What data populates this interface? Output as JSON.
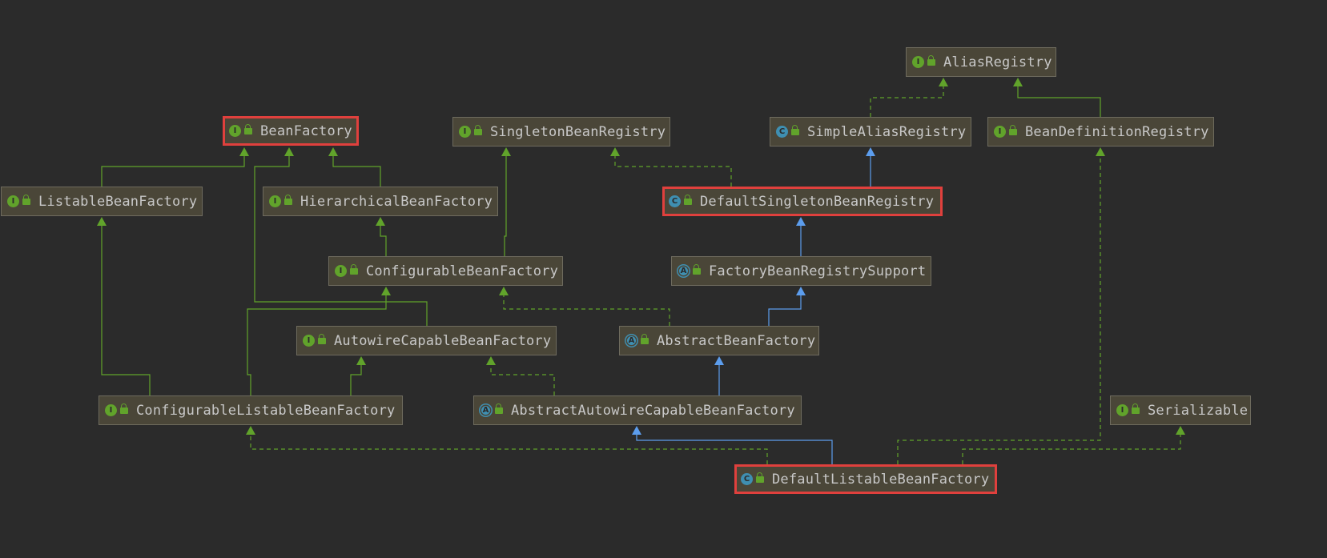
{
  "nodes": [
    {
      "id": "AliasRegistry",
      "label": "AliasRegistry",
      "kind": "I",
      "highlighted": false
    },
    {
      "id": "BeanFactory",
      "label": "BeanFactory",
      "kind": "I",
      "highlighted": true
    },
    {
      "id": "SingletonBeanRegistry",
      "label": "SingletonBeanRegistry",
      "kind": "I",
      "highlighted": false
    },
    {
      "id": "SimpleAliasRegistry",
      "label": "SimpleAliasRegistry",
      "kind": "C",
      "highlighted": false
    },
    {
      "id": "BeanDefinitionRegistry",
      "label": "BeanDefinitionRegistry",
      "kind": "I",
      "highlighted": false
    },
    {
      "id": "ListableBeanFactory",
      "label": "ListableBeanFactory",
      "kind": "I",
      "highlighted": false
    },
    {
      "id": "HierarchicalBeanFactory",
      "label": "HierarchicalBeanFactory",
      "kind": "I",
      "highlighted": false
    },
    {
      "id": "DefaultSingletonBeanRegistry",
      "label": "DefaultSingletonBeanRegistry",
      "kind": "C",
      "highlighted": true
    },
    {
      "id": "ConfigurableBeanFactory",
      "label": "ConfigurableBeanFactory",
      "kind": "I",
      "highlighted": false
    },
    {
      "id": "FactoryBeanRegistrySupport",
      "label": "FactoryBeanRegistrySupport",
      "kind": "A",
      "highlighted": false
    },
    {
      "id": "AutowireCapableBeanFactory",
      "label": "AutowireCapableBeanFactory",
      "kind": "I",
      "highlighted": false
    },
    {
      "id": "AbstractBeanFactory",
      "label": "AbstractBeanFactory",
      "kind": "A",
      "highlighted": false
    },
    {
      "id": "ConfigurableListableBeanFactory",
      "label": "ConfigurableListableBeanFactory",
      "kind": "I",
      "highlighted": false
    },
    {
      "id": "AbstractAutowireCapableBeanFactory",
      "label": "AbstractAutowireCapableBeanFactory",
      "kind": "A",
      "highlighted": false
    },
    {
      "id": "Serializable",
      "label": "Serializable",
      "kind": "I",
      "highlighted": false
    },
    {
      "id": "DefaultListableBeanFactory",
      "label": "DefaultListableBeanFactory",
      "kind": "C",
      "highlighted": true
    }
  ],
  "edges": [
    {
      "from": "SimpleAliasRegistry",
      "to": "AliasRegistry",
      "type": "implements"
    },
    {
      "from": "BeanDefinitionRegistry",
      "to": "AliasRegistry",
      "type": "extends-interface"
    },
    {
      "from": "ListableBeanFactory",
      "to": "BeanFactory",
      "type": "extends-interface"
    },
    {
      "from": "HierarchicalBeanFactory",
      "to": "BeanFactory",
      "type": "extends-interface"
    },
    {
      "from": "AutowireCapableBeanFactory",
      "to": "BeanFactory",
      "type": "extends-interface"
    },
    {
      "from": "DefaultSingletonBeanRegistry",
      "to": "SimpleAliasRegistry",
      "type": "extends-class"
    },
    {
      "from": "DefaultSingletonBeanRegistry",
      "to": "SingletonBeanRegistry",
      "type": "implements"
    },
    {
      "from": "ConfigurableBeanFactory",
      "to": "HierarchicalBeanFactory",
      "type": "extends-interface"
    },
    {
      "from": "ConfigurableBeanFactory",
      "to": "SingletonBeanRegistry",
      "type": "extends-interface"
    },
    {
      "from": "FactoryBeanRegistrySupport",
      "to": "DefaultSingletonBeanRegistry",
      "type": "extends-class"
    },
    {
      "from": "AbstractBeanFactory",
      "to": "FactoryBeanRegistrySupport",
      "type": "extends-class"
    },
    {
      "from": "AbstractBeanFactory",
      "to": "ConfigurableBeanFactory",
      "type": "implements"
    },
    {
      "from": "ConfigurableListableBeanFactory",
      "to": "ListableBeanFactory",
      "type": "extends-interface"
    },
    {
      "from": "ConfigurableListableBeanFactory",
      "to": "ConfigurableBeanFactory",
      "type": "extends-interface"
    },
    {
      "from": "ConfigurableListableBeanFactory",
      "to": "AutowireCapableBeanFactory",
      "type": "extends-interface"
    },
    {
      "from": "AbstractAutowireCapableBeanFactory",
      "to": "AbstractBeanFactory",
      "type": "extends-class"
    },
    {
      "from": "AbstractAutowireCapableBeanFactory",
      "to": "AutowireCapableBeanFactory",
      "type": "implements"
    },
    {
      "from": "DefaultListableBeanFactory",
      "to": "AbstractAutowireCapableBeanFactory",
      "type": "extends-class"
    },
    {
      "from": "DefaultListableBeanFactory",
      "to": "ConfigurableListableBeanFactory",
      "type": "implements"
    },
    {
      "from": "DefaultListableBeanFactory",
      "to": "BeanDefinitionRegistry",
      "type": "implements"
    },
    {
      "from": "DefaultListableBeanFactory",
      "to": "Serializable",
      "type": "implements"
    }
  ],
  "colors": {
    "background": "#2b2b2b",
    "node_fill": "#4a4638",
    "node_border": "#6e6b5e",
    "text": "#c8c8c8",
    "interface_arrow": "#61a32b",
    "class_arrow": "#5c9ded",
    "highlight_border": "#e0403d"
  }
}
